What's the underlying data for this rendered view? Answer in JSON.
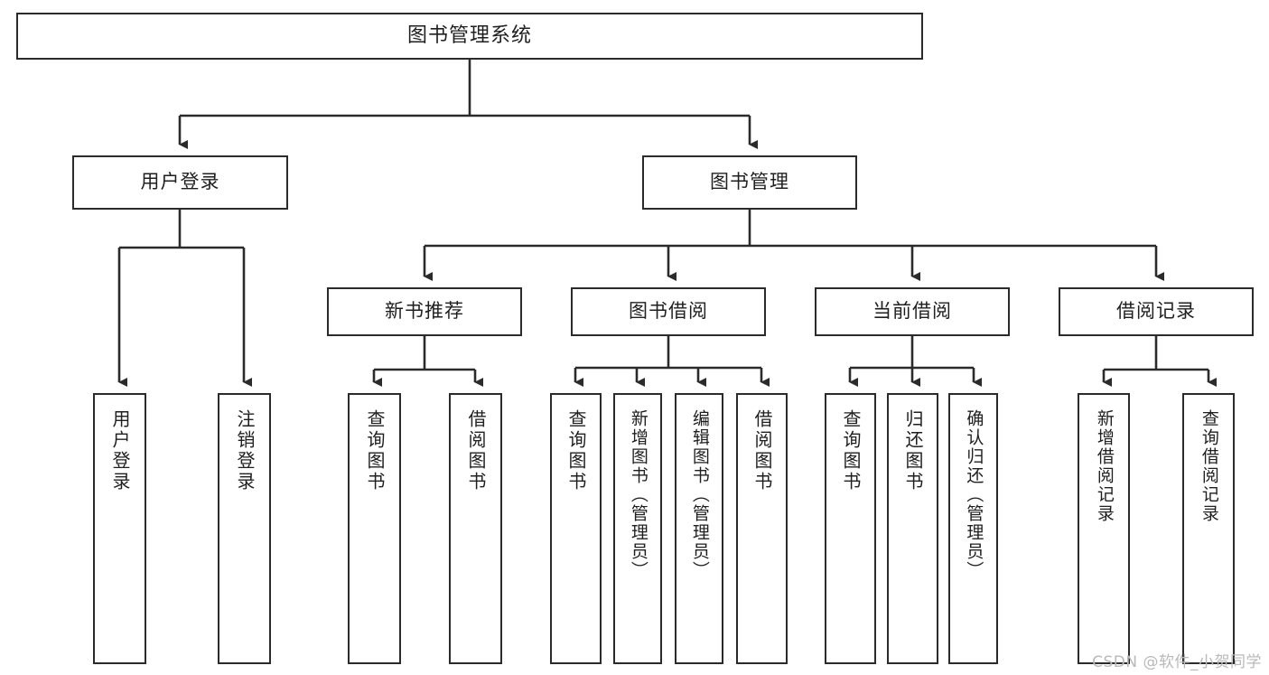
{
  "diagram": {
    "title": "图书管理系统",
    "watermark": "CSDN @软件_小贺同学",
    "colors": {
      "background": "#ffffff",
      "stroke": "#2b2b2b",
      "text": "#1f1f1f",
      "watermark": "#b9b9b9"
    },
    "nodes": {
      "root": {
        "label": "图书管理系统"
      },
      "level2": [
        {
          "label": "用户登录"
        },
        {
          "label": "图书管理"
        }
      ],
      "level3": [
        {
          "label": "新书推荐"
        },
        {
          "label": "图书借阅"
        },
        {
          "label": "当前借阅"
        },
        {
          "label": "借阅记录"
        }
      ],
      "leaves": {
        "user_login": [
          {
            "label": "用户登录"
          },
          {
            "label": "注销登录"
          }
        ],
        "new_book": [
          {
            "label": "查询图书"
          },
          {
            "label": "借阅图书"
          }
        ],
        "borrow_book": [
          {
            "label": "查询图书"
          },
          {
            "label": "新增图书（管理员）"
          },
          {
            "label": "编辑图书（管理员）"
          },
          {
            "label": "借阅图书"
          }
        ],
        "current_borrow": [
          {
            "label": "查询图书"
          },
          {
            "label": "归还图书"
          },
          {
            "label": "确认归还（管理员）"
          }
        ],
        "borrow_record": [
          {
            "label": "新增借阅记录"
          },
          {
            "label": "查询借阅记录"
          }
        ]
      }
    }
  }
}
